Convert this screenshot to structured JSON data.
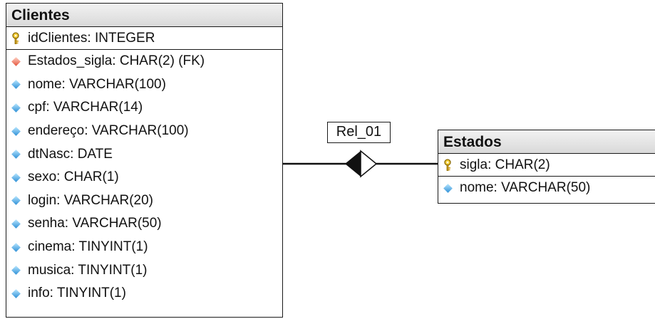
{
  "entities": {
    "clientes": {
      "title": "Clientes",
      "primary_keys": [
        "idClientes: INTEGER"
      ],
      "attributes": [
        "Estados_sigla: CHAR(2) (FK)",
        "nome: VARCHAR(100)",
        "cpf: VARCHAR(14)",
        "endereço: VARCHAR(100)",
        "dtNasc: DATE",
        "sexo: CHAR(1)",
        "login: VARCHAR(20)",
        "senha: VARCHAR(50)",
        "cinema: TINYINT(1)",
        "musica: TINYINT(1)",
        "info: TINYINT(1)"
      ]
    },
    "estados": {
      "title": "Estados",
      "primary_keys": [
        "sigla: CHAR(2)"
      ],
      "attributes": [
        "nome: VARCHAR(50)"
      ]
    }
  },
  "relationship": {
    "label": "Rel_01"
  },
  "icons": {
    "primary_key": "key-icon",
    "foreign_key": "red-diamond-icon",
    "attribute": "blue-diamond-icon"
  },
  "colors": {
    "key": "#d4a017",
    "foreign_key": "#e4533a",
    "attribute": "#2c8fd6",
    "header": "#d9d9d9"
  }
}
